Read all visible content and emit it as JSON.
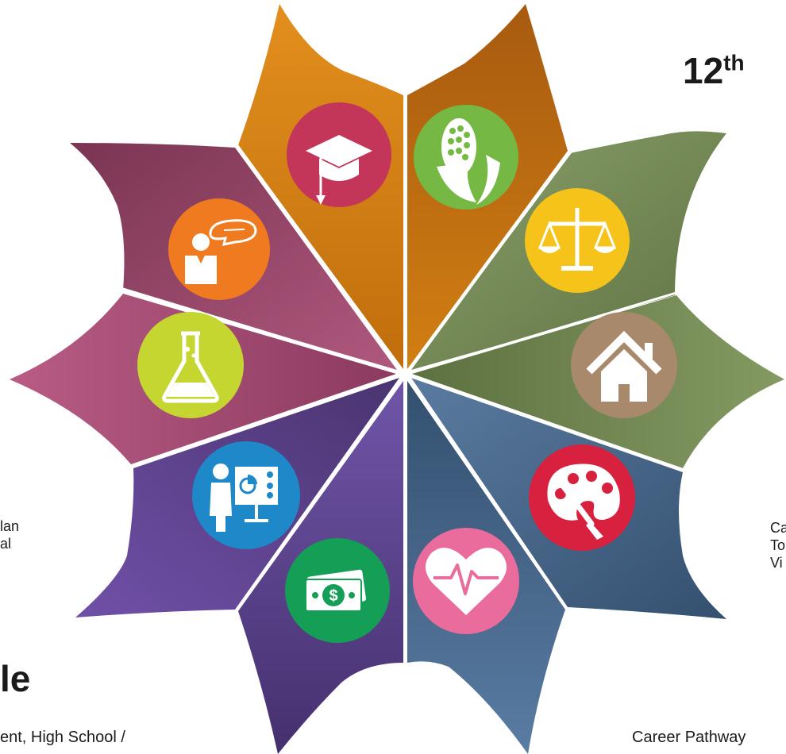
{
  "heading": {
    "number": "12",
    "suffix": "th"
  },
  "text_fragments": {
    "left_line_1": "lan",
    "left_line_2": "al",
    "left_big": "le",
    "left_bottom": "ent, High School /",
    "right_line_1": "Ca",
    "right_line_2": "To",
    "right_line_3": "Vi",
    "right_bottom": "Career Pathway"
  },
  "wheel": {
    "segments": [
      {
        "name": "segment-education",
        "color": "#d98f1a",
        "icon": "graduation-cap-icon",
        "icon_bg": "#c33559"
      },
      {
        "name": "segment-agriculture",
        "color": "#c87510",
        "icon": "corn-icon",
        "icon_bg": "#75b844"
      },
      {
        "name": "segment-law",
        "color": "#7a8f5d",
        "icon": "scales-of-justice-icon",
        "icon_bg": "#f5c31a"
      },
      {
        "name": "segment-architecture",
        "color": "#6b7e4e",
        "icon": "house-icon",
        "icon_bg": "#a9896b"
      },
      {
        "name": "segment-arts",
        "color": "#4a6a8c",
        "icon": "paint-palette-icon",
        "icon_bg": "#d7213e"
      },
      {
        "name": "segment-health",
        "color": "#3d5c85",
        "icon": "heart-pulse-icon",
        "icon_bg": "#e96c9d"
      },
      {
        "name": "segment-finance",
        "color": "#5a3f88",
        "icon": "money-icon",
        "icon_bg": "#159e56"
      },
      {
        "name": "segment-business",
        "color": "#5b3c82",
        "icon": "presentation-icon",
        "icon_bg": "#1e88c9"
      },
      {
        "name": "segment-science",
        "color": "#a84a72",
        "icon": "flask-icon",
        "icon_bg": "#c5d630"
      },
      {
        "name": "segment-human-services",
        "color": "#8d3b62",
        "icon": "speaker-icon",
        "icon_bg": "#ef7a20"
      }
    ]
  }
}
